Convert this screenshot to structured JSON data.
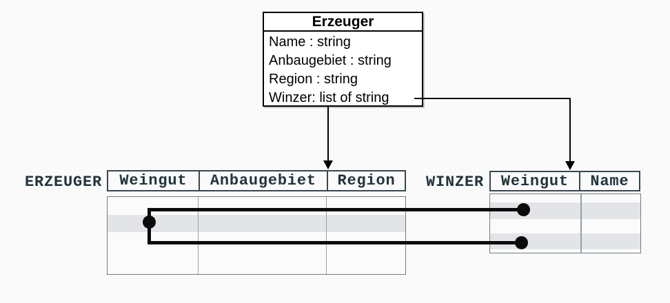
{
  "diagram": {
    "class_box": {
      "title": "Erzeuger",
      "attributes": [
        "Name : string",
        "Anbaugebiet : string",
        "Region : string",
        "Winzer: list of string"
      ]
    },
    "erzeuger_table": {
      "label": "ERZEUGER",
      "columns": [
        "Weingut",
        "Anbaugebiet",
        "Region"
      ],
      "body_rows": "empty",
      "highlighted_rows": 1
    },
    "winzer_table": {
      "label": "WINZER",
      "columns": [
        "Weingut",
        "Name"
      ],
      "body_rows": "empty",
      "highlighted_rows": 2
    },
    "colors": {
      "background": "#fafafa",
      "class_border": "#000000",
      "header_border": "#37474f",
      "body_border": "#6e7d83",
      "column_divider": "#93a0a4",
      "highlight_row_fill": "#e2e4e8",
      "table_text": "#22333b",
      "connector": "#000000"
    }
  }
}
